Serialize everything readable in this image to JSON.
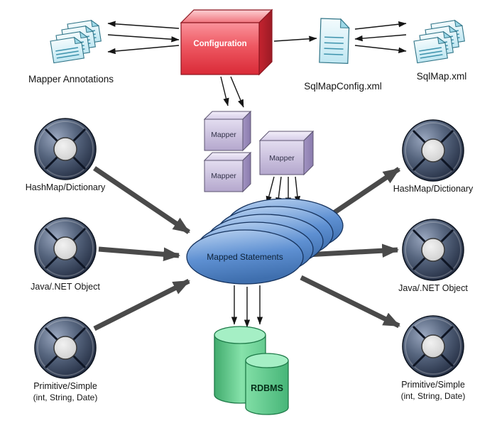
{
  "diagram": {
    "configuration": {
      "label": "Configuration"
    },
    "mapper_annotations": {
      "label": "Mapper Annotations"
    },
    "sqlmapconfig": {
      "label": "SqlMapConfig.xml"
    },
    "sqlmap": {
      "label": "SqlMap.xml"
    },
    "mappers": [
      {
        "label": "Mapper"
      },
      {
        "label": "Mapper"
      },
      {
        "label": "Mapper"
      }
    ],
    "mapped_statements": {
      "label": "Mapped Statements"
    },
    "rdbms": {
      "label": "RDBMS"
    },
    "left_nodes": [
      {
        "label": "HashMap/Dictionary",
        "sublabel": ""
      },
      {
        "label": "Java/.NET Object",
        "sublabel": ""
      },
      {
        "label": "Primitive/Simple",
        "sublabel": "(int, String, Date)"
      }
    ],
    "right_nodes": [
      {
        "label": "HashMap/Dictionary",
        "sublabel": ""
      },
      {
        "label": "Java/.NET Object",
        "sublabel": ""
      },
      {
        "label": "Primitive/Simple",
        "sublabel": "(int, String, Date)"
      }
    ],
    "palette": {
      "configuration_red": "#e23a46",
      "mapper_purple": "#c9bfdf",
      "statements_blue": "#5b8fd4",
      "rdbms_green": "#57c584",
      "document_cyan": "#cdeef6",
      "wheel_dark": "#2c3950",
      "connector_gray": "#4a4a4a"
    }
  }
}
